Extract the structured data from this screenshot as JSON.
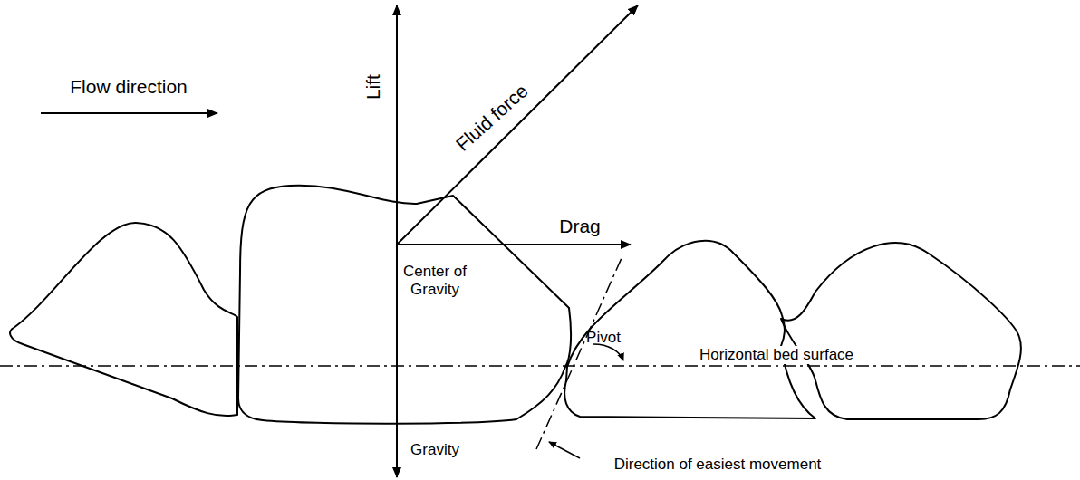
{
  "diagram": {
    "labels": [
      "Flow direction",
      "Lift",
      "Fluid force",
      "Drag",
      "Center of Gravity",
      "Pivot",
      "Horizontal bed surface",
      "Gravity",
      "Direction of easiest movement"
    ]
  }
}
